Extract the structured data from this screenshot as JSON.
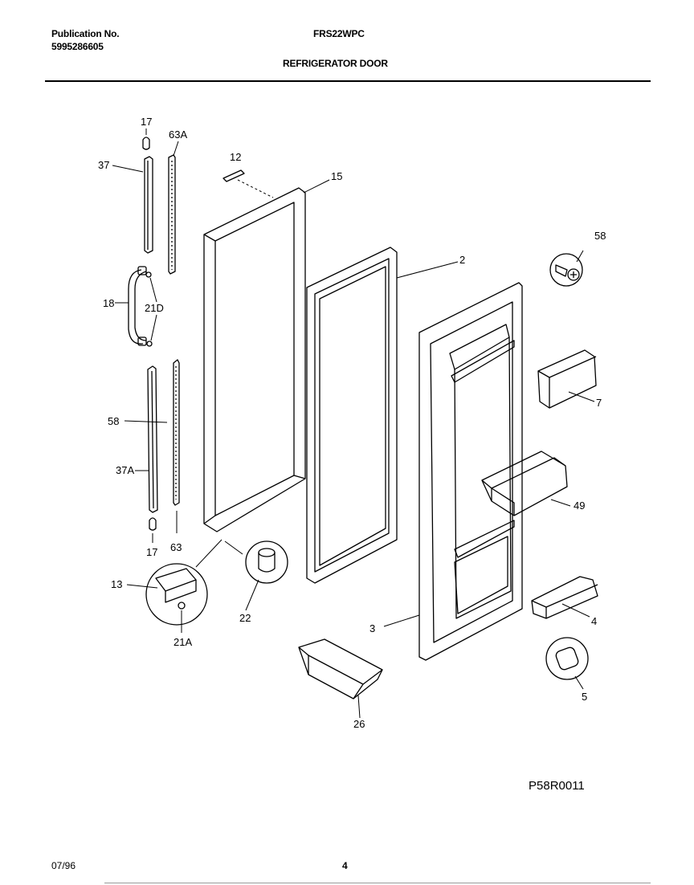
{
  "header": {
    "publication_label": "Publication No.",
    "publication_number": "5995286605",
    "model": "FRS22WPC",
    "section_title": "REFRIGERATOR DOOR"
  },
  "callouts": {
    "c17_top": "17",
    "c63A": "63A",
    "c37": "37",
    "c12": "12",
    "c15": "15",
    "c58_top": "58",
    "c2": "2",
    "c18": "18",
    "c21D": "21D",
    "c7": "7",
    "c58_left": "58",
    "c37A": "37A",
    "c49": "49",
    "c17_bottom": "17",
    "c63": "63",
    "c13": "13",
    "c22": "22",
    "c21A": "21A",
    "c3": "3",
    "c4": "4",
    "c5": "5",
    "c26": "26"
  },
  "footer": {
    "figure_code": "P58R0011",
    "date": "07/96",
    "page": "4"
  }
}
